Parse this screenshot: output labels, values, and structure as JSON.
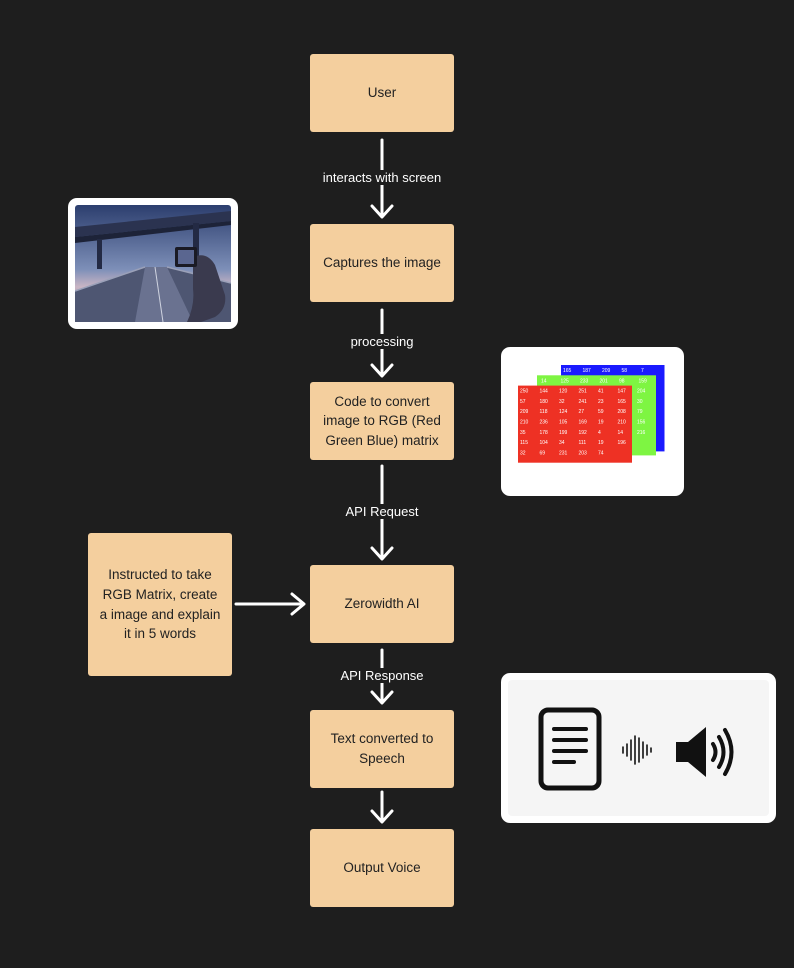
{
  "nodes": {
    "user": "User",
    "capture": "Captures the image",
    "convert": "Code to convert image to RGB (Red Green Blue) matrix",
    "ai": "Zerowidth AI",
    "tts": "Text converted to Speech",
    "output": "Output Voice",
    "instruction": "Instructed to take RGB Matrix, create a image and explain it in 5 words"
  },
  "edges": {
    "e1": "interacts with screen",
    "e2": "processing",
    "e3": "API Request",
    "e4": "API Response"
  },
  "matrix": {
    "blue_row": [
      "165",
      "187",
      "209",
      "58",
      "7"
    ],
    "green_row": [
      "14",
      "125",
      "233",
      "201",
      "98",
      "159"
    ],
    "red_rows": [
      [
        "250",
        "144",
        "120",
        "251",
        "41",
        "147",
        "204"
      ],
      [
        "57",
        "180",
        "32",
        "241",
        "23",
        "165",
        "30"
      ],
      [
        "209",
        "118",
        "124",
        "27",
        "59",
        "208",
        "79"
      ],
      [
        "210",
        "236",
        "105",
        "169",
        "19",
        "210",
        "156"
      ],
      [
        "35",
        "178",
        "199",
        "192",
        "4",
        "14",
        "216"
      ],
      [
        "115",
        "104",
        "34",
        "111",
        "19",
        "196"
      ],
      [
        "32",
        "69",
        "231",
        "203",
        "74"
      ]
    ]
  },
  "colors": {
    "background": "#1e1e1e",
    "node_fill": "#f4cf9e",
    "arrow": "#ffffff",
    "matrix_red": "#ee3124",
    "matrix_green": "#7ef542",
    "matrix_blue": "#1a1aff"
  },
  "icons": {
    "photo": "photo-of-road-under-bridge-icon",
    "document": "document-icon",
    "soundwave": "soundwave-icon",
    "speaker": "speaker-volume-icon"
  }
}
